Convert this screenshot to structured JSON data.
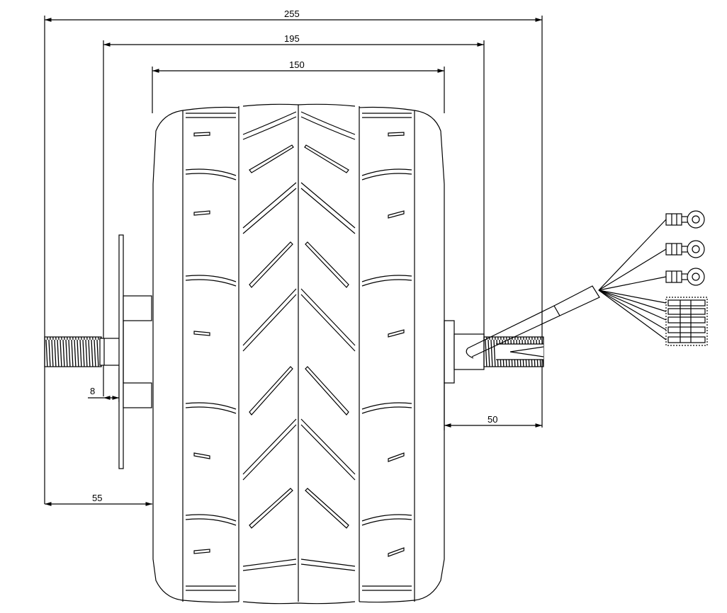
{
  "dimensions": {
    "overall_width": "255",
    "flange_span": "195",
    "tire_width": "150",
    "left_axle_length": "55",
    "right_axle_length": "50",
    "plate_thickness": "8"
  },
  "colors": {
    "line": "#000000",
    "background": "#ffffff"
  }
}
